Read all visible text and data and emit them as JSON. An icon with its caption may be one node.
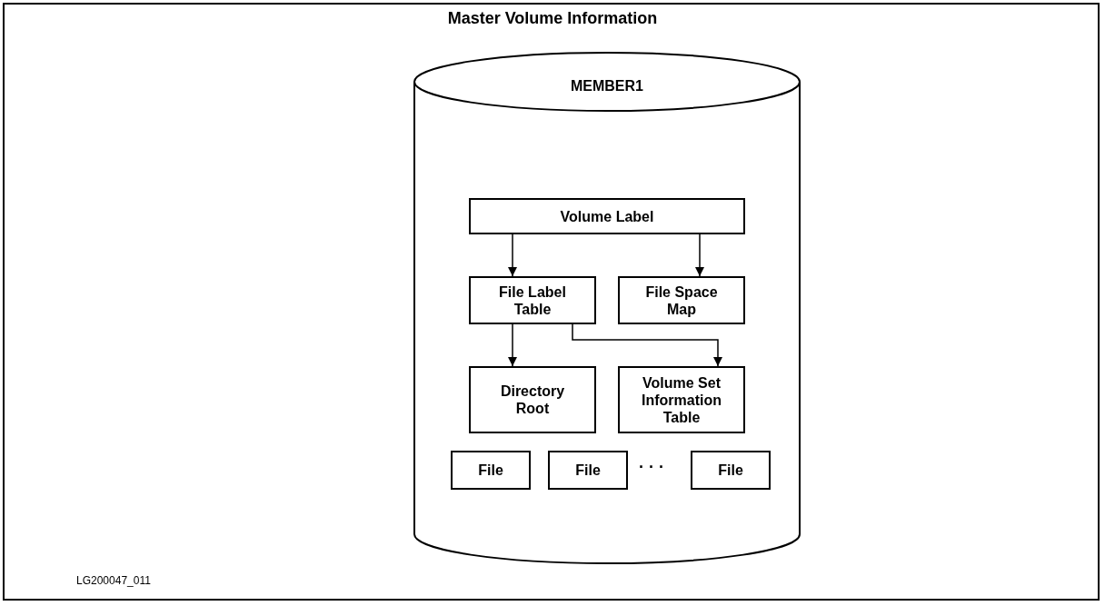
{
  "diagram": {
    "title": "Master Volume Information",
    "nodes": [
      {
        "text": [
          "MEMBER1"
        ]
      },
      {
        "text": [
          "Volume Label"
        ],
        "in": 0
      },
      {
        "text": [
          "File Label Table"
        ],
        "in": 0
      },
      {
        "text": [
          "File Space Map"
        ],
        "in": 0
      },
      {
        "text": [
          "Directory Root"
        ],
        "in": 0
      },
      {
        "text": [
          "Volume Set Information Table"
        ],
        "in": 0
      },
      {
        "text": [
          "File"
        ],
        "in": 0
      },
      {
        "text": [
          "File"
        ],
        "in": 0
      },
      {
        "text": [
          "File"
        ],
        "in": 0
      }
    ],
    "edges": [
      {
        "from": 1,
        "to": 2,
        "arrow": "to"
      },
      {
        "from": 1,
        "to": 3,
        "arrow": "to"
      },
      {
        "from": 2,
        "to": 4,
        "arrow": "to"
      },
      {
        "from": 2,
        "to": 5,
        "arrow": "to"
      }
    ],
    "labels": [
      "· · ·",
      "LG200047_011"
    ]
  }
}
